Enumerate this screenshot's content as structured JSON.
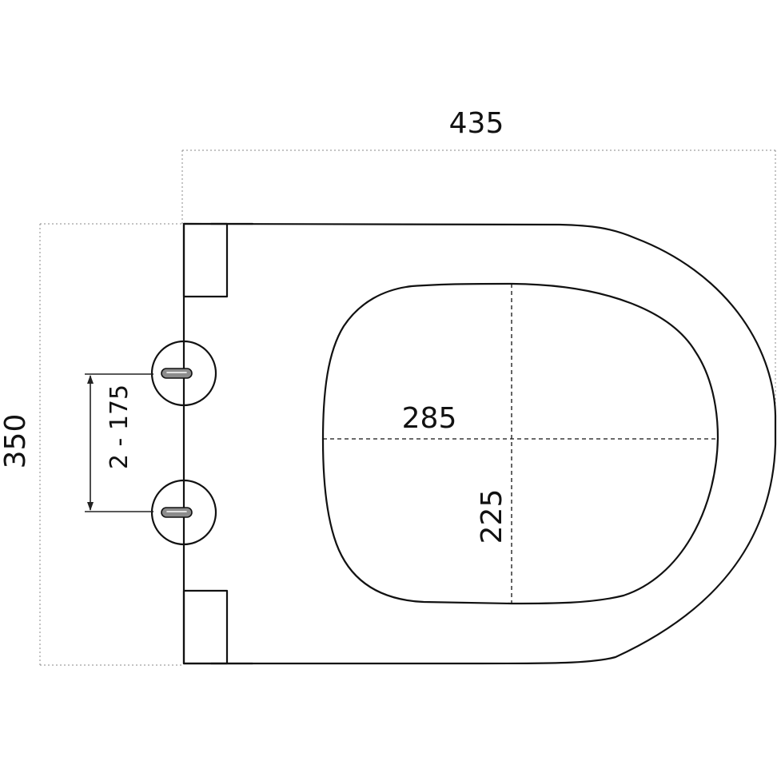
{
  "dimensions": {
    "overall_length": "435",
    "overall_width": "350",
    "opening_length": "285",
    "opening_width": "225",
    "hinge_spacing": "2 - 175"
  },
  "colors": {
    "line": "#111111",
    "extension_line": "#8a8a8a",
    "background": "#ffffff"
  }
}
